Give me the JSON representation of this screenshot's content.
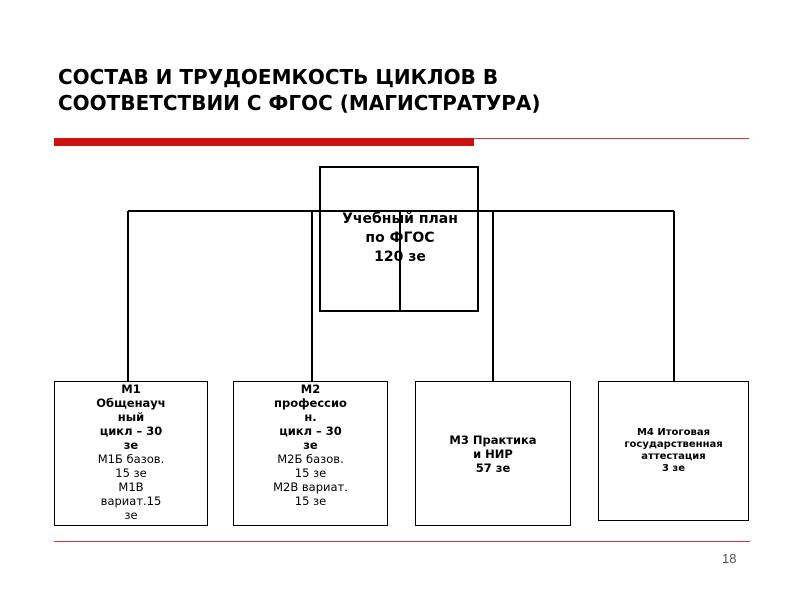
{
  "slide": {
    "title_line1": "СОСТАВ И ТРУДОЕМКОСТЬ ЦИКЛОВ В",
    "title_line2": "СООТВЕТСТВИИ С ФГОС (МАГИСТРАТУРА)",
    "page_number": "18",
    "accent_color": "#cc1111"
  },
  "diagram": {
    "root": {
      "line1": "Учебный план",
      "line2": "по ФГОС",
      "line3": "120 зе"
    },
    "m1": {
      "l1": "М1",
      "l2": "Общенауч",
      "l3": "ный",
      "l4": "цикл – 30",
      "l5": "зе",
      "l6": "М1Б базов.",
      "l7": "15 зе",
      "l8": "М1В",
      "l9": "вариат.15",
      "l10": "зе"
    },
    "m2": {
      "l1": "М2",
      "l2": "профессио",
      "l3": "н.",
      "l4": "цикл – 30",
      "l5": "зе",
      "l6": "М2Б базов.",
      "l7": "15 зе",
      "l8": "М2В вариат.",
      "l9": "15 зе"
    },
    "m3": {
      "l1": "М3 Практика",
      "l2": "и НИР",
      "l3": "57 зе"
    },
    "m4": {
      "l1": "М4 Итоговая",
      "l2": "государственная",
      "l3": "аттестация",
      "l4": "3 зе"
    }
  }
}
